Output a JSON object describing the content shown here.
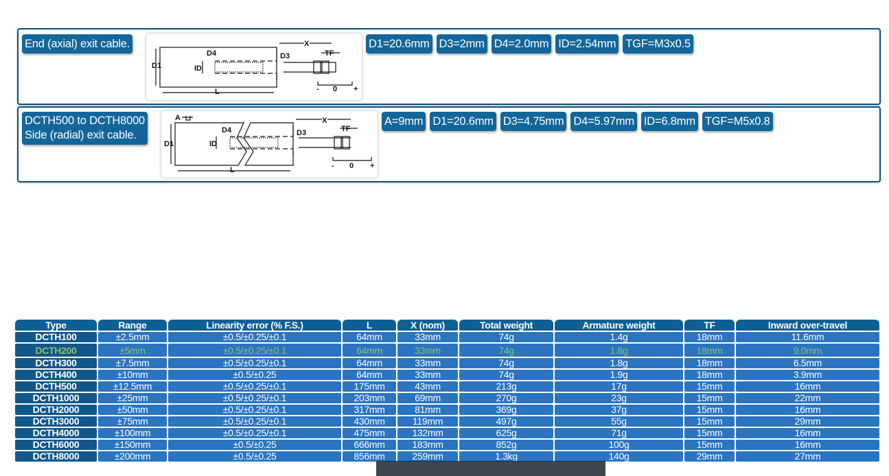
{
  "panels": [
    {
      "label_lines": [
        "End (axial) exit cable."
      ],
      "specs": [
        "D1=20.6mm",
        "D3=2mm",
        "D4=2.0mm",
        "ID=2.54mm",
        "TGF=M3x0.5"
      ],
      "diagram_labels": {
        "d1": "D1",
        "d4": "D4",
        "id": "ID",
        "d3": "D3",
        "x": "X",
        "tf": "TF",
        "l": "L",
        "minus": "-",
        "zero": "0",
        "plus": "+"
      }
    },
    {
      "label_lines": [
        "DCTH500 to DCTH8000",
        "Side (radial) exit cable."
      ],
      "specs": [
        "A=9mm",
        "D1=20.6mm",
        "D3=4.75mm",
        "D4=5.97mm",
        "ID=6.8mm",
        "TGF=M5x0.8"
      ],
      "diagram_labels": {
        "a": "A",
        "d1": "D1",
        "d4": "D4",
        "id": "ID",
        "d3": "D3",
        "x": "X",
        "tf": "TF",
        "l": "L",
        "minus": "-",
        "zero": "0",
        "plus": "+"
      }
    }
  ],
  "table": {
    "headers": [
      "Type",
      "Range",
      "Linearity error (% F.S.)",
      "L",
      "X (nom)",
      "Total weight",
      "Armature weight",
      "TF",
      "Inward over-travel"
    ],
    "highlight_row": 1,
    "highlight_color": "#8fbf72",
    "rows": [
      [
        "DCTH100",
        "±2.5mm",
        "±0.5/±0.25/±0.1",
        "64mm",
        "33mm",
        "74g",
        "1.4g",
        "18mm",
        "11.6mm"
      ],
      [
        "DCTH200",
        "±5mm",
        "±0.5/±0.25/±0.1",
        "64mm",
        "33mm",
        "74g",
        "1.8g",
        "18mm",
        "9.0mm"
      ],
      [
        "DCTH300",
        "±7.5mm",
        "±0.5/±0.25/±0.1",
        "64mm",
        "33mm",
        "74g",
        "1.8g",
        "18mm",
        "6.5mm"
      ],
      [
        "DCTH400",
        "±10mm",
        "±0.5/±0.25",
        "64mm",
        "33mm",
        "74g",
        "1.9g",
        "18mm",
        "3.9mm"
      ],
      [
        "DCTH500",
        "±12.5mm",
        "±0.5/±0.25/±0.1",
        "175mm",
        "43mm",
        "213g",
        "17g",
        "15mm",
        "16mm"
      ],
      [
        "DCTH1000",
        "±25mm",
        "±0.5/±0.25/±0.1",
        "203mm",
        "69mm",
        "270g",
        "23g",
        "15mm",
        "22mm"
      ],
      [
        "DCTH2000",
        "±50mm",
        "±0.5/±0.25/±0.1",
        "317mm",
        "81mm",
        "369g",
        "37g",
        "15mm",
        "16mm"
      ],
      [
        "DCTH3000",
        "±75mm",
        "±0.5/±0.25/±0.1",
        "430mm",
        "119mm",
        "497g",
        "55g",
        "15mm",
        "29mm"
      ],
      [
        "DCTH4000",
        "±100mm",
        "±0.5/±0.25/±0.1",
        "475mm",
        "132mm",
        "625g",
        "71g",
        "15mm",
        "16mm"
      ],
      [
        "DCTH6000",
        "±150mm",
        "±0.5/±0.25",
        "666mm",
        "183mm",
        "852g",
        "100g",
        "15mm",
        "16mm"
      ],
      [
        "DCTH8000",
        "±200mm",
        "±0.5/±0.25",
        "856mm",
        "259mm",
        "1.3kg",
        "140g",
        "29mm",
        "27mm"
      ]
    ]
  }
}
